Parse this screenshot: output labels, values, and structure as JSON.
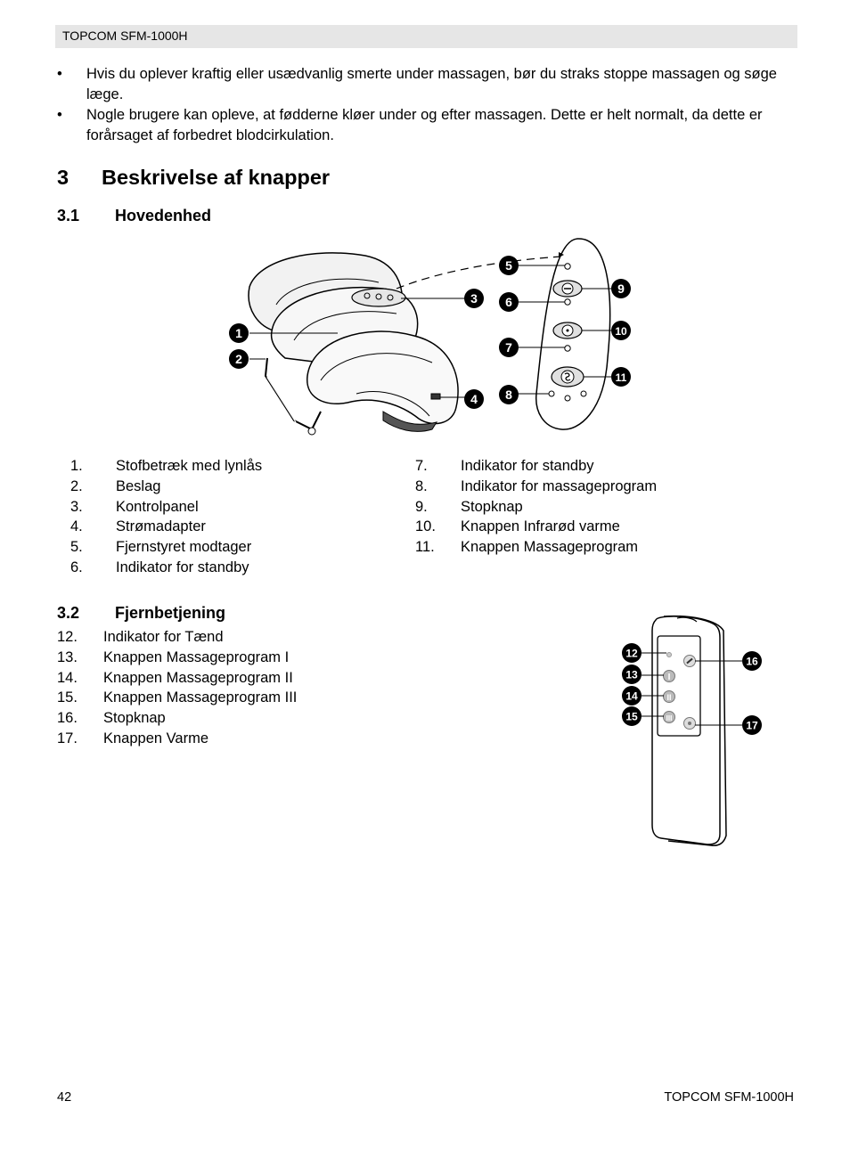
{
  "header": {
    "title": "TOPCOM SFM-1000H"
  },
  "bullets": [
    "Hvis du oplever kraftig eller usædvanlig smerte under massagen, bør du straks stoppe massagen og søge læge.",
    "Nogle brugere kan opleve, at fødderne kløer under og efter massagen. Dette er helt normalt, da dette er forårsaget af forbedret blodcirkulation."
  ],
  "bullet_symbol": "•",
  "section": {
    "number": "3",
    "title": "Beskrivelse af knapper"
  },
  "sub1": {
    "number": "3.1",
    "title": "Hovedenhed"
  },
  "main_unit_list_left": [
    {
      "n": "1.",
      "label": "Stofbetræk med lynlås"
    },
    {
      "n": "2.",
      "label": "Beslag"
    },
    {
      "n": "3.",
      "label": "Kontrolpanel"
    },
    {
      "n": "4.",
      "label": "Strømadapter"
    },
    {
      "n": "5.",
      "label": "Fjernstyret modtager"
    },
    {
      "n": "6.",
      "label": "Indikator for standby"
    }
  ],
  "main_unit_list_right": [
    {
      "n": "7.",
      "label": "Indikator for standby"
    },
    {
      "n": "8.",
      "label": "Indikator for massageprogram"
    },
    {
      "n": "9.",
      "label": "Stopknap"
    },
    {
      "n": "10.",
      "label": "Knappen Infrarød varme"
    },
    {
      "n": "11.",
      "label": "Knappen Massageprogram"
    }
  ],
  "sub2": {
    "number": "3.2",
    "title": "Fjernbetjening"
  },
  "remote_list": [
    {
      "n": "12.",
      "label": "Indikator for Tænd"
    },
    {
      "n": "13.",
      "label": "Knappen Massageprogram I"
    },
    {
      "n": "14.",
      "label": "Knappen Massageprogram II"
    },
    {
      "n": "15.",
      "label": "Knappen Massageprogram III"
    },
    {
      "n": "16.",
      "label": "Stopknap"
    },
    {
      "n": "17.",
      "label": "Knappen Varme"
    }
  ],
  "callouts_main": [
    "1",
    "2",
    "3",
    "4",
    "5",
    "6",
    "7",
    "8",
    "9",
    "10",
    "11"
  ],
  "callouts_remote": [
    "12",
    "13",
    "14",
    "15",
    "16",
    "17"
  ],
  "remote_button_glyphs": [
    "I",
    "II",
    "III"
  ],
  "footer": {
    "page_number": "42",
    "title": "TOPCOM SFM-1000H"
  }
}
